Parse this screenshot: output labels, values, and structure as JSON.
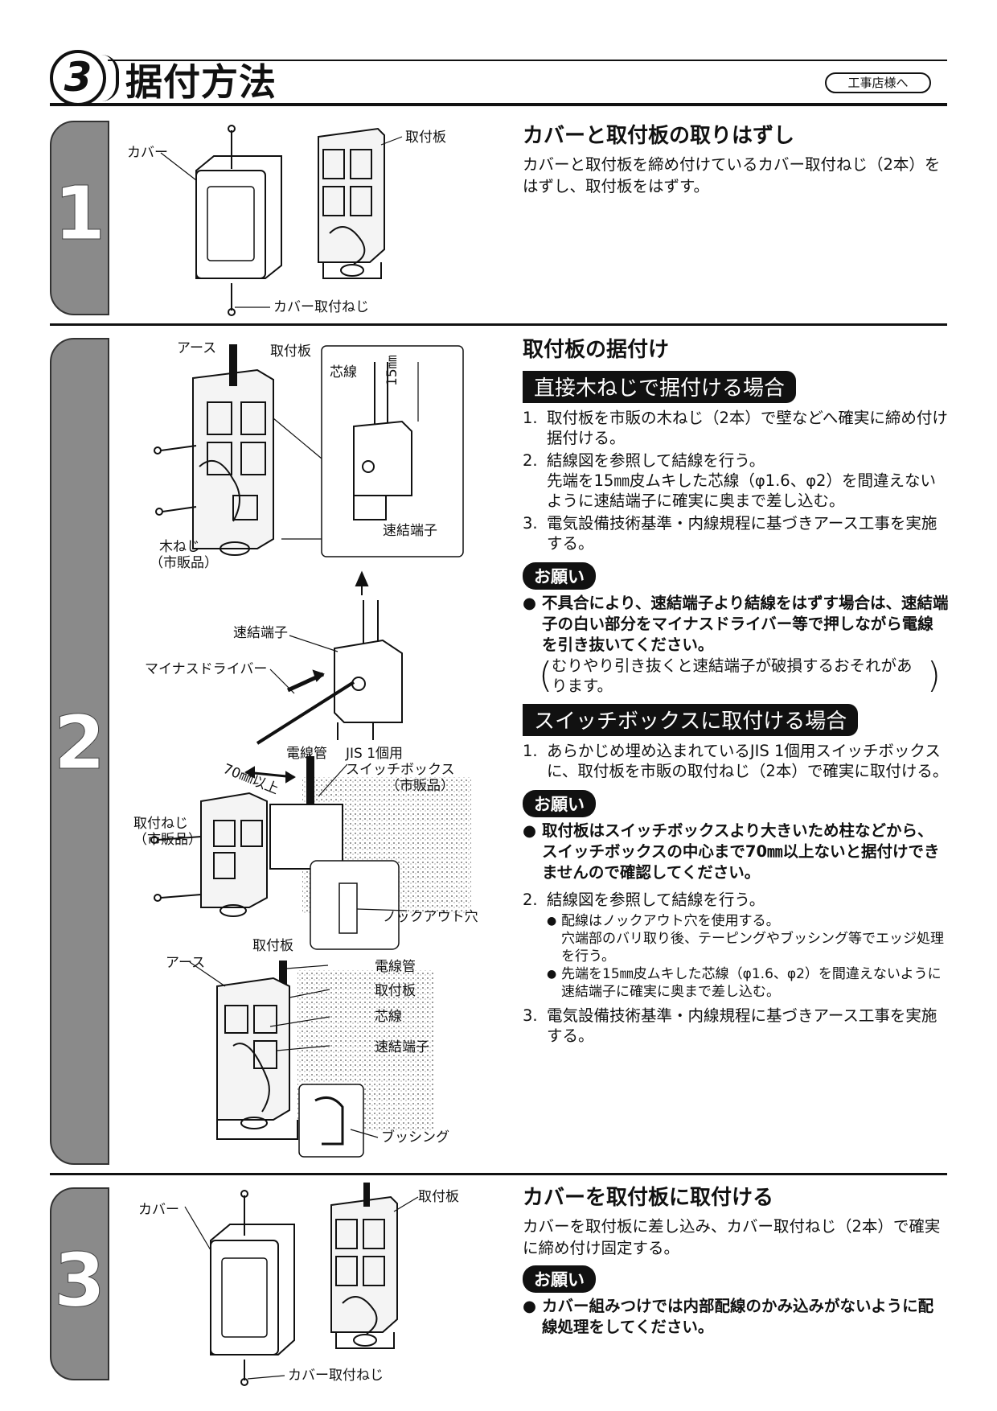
{
  "header": {
    "number": "3",
    "title": "据付方法",
    "badge": "工事店様へ"
  },
  "steps": [
    {
      "number": "1",
      "heading": "カバーと取付板の取りはずし",
      "text": "カバーと取付板を締め付けているカバー取付ねじ（2本）をはずし、取付板をはずす。",
      "labels": {
        "cover": "カバー",
        "plate": "取付板",
        "screw": "カバー取付ねじ"
      }
    },
    {
      "number": "2",
      "heading": "取付板の据付け",
      "direct": {
        "banner": "直接木ねじで据付ける場合",
        "items": [
          {
            "n": "1.",
            "text": "取付板を市販の木ねじ（2本）で壁などへ確実に締め付け据付ける。"
          },
          {
            "n": "2.",
            "text": "結線図を参照して結線を行う。",
            "text2": "先端を15㎜皮ムキした芯線（φ1.6、φ2）を間違えないように速結端子に確実に奥まで差し込む。"
          },
          {
            "n": "3.",
            "text": "電気設備技術基準・内線規程に基づきアース工事を実施する。"
          }
        ],
        "onegai": "お願い",
        "bold": "不具合により、速結端子より結線をはずす場合は、速結端子の白い部分をマイナスドライバー等で押しながら電線を引き抜いてください。",
        "note": "むりやり引き抜くと速結端子が破損するおそれがあります。"
      },
      "switchbox": {
        "banner": "スイッチボックスに取付ける場合",
        "item1": {
          "n": "1.",
          "text": "あらかじめ埋め込まれているJIS 1個用スイッチボックスに、取付板を市販の取付ねじ（2本）で確実に取付ける。"
        },
        "onegai": "お願い",
        "bold": "取付板はスイッチボックスより大きいため柱などから、スイッチボックスの中心まで70㎜以上ないと据付けできませんので確認してください。",
        "item2": {
          "n": "2.",
          "text": "結線図を参照して結線を行う。"
        },
        "sub1": "配線はノックアウト穴を使用する。",
        "sub1b": "穴端部のバリ取り後、テーピングやブッシング等でエッジ処理を行う。",
        "sub2": "先端を15㎜皮ムキした芯線（φ1.6、φ2）を間違えないように速結端子に確実に奥まで差し込む。",
        "item3": {
          "n": "3.",
          "text": "電気設備技術基準・内線規程に基づきアース工事を実施する。"
        }
      },
      "labels": {
        "earth": "アース",
        "plate": "取付板",
        "core": "芯線",
        "mm15": "15㎜",
        "quick": "速結端子",
        "wood": "木ねじ",
        "market": "（市販品）",
        "quick2": "速結端子",
        "driver": "マイナスドライバー",
        "conduit": "電線管",
        "jis": "JIS 1個用",
        "switchbox": "スイッチボックス",
        "market2": "（市販品）",
        "mm70": "70㎜以上",
        "mscrew": "取付ねじ",
        "market3": "（市販品）",
        "knockout": "ノックアウト穴",
        "plate2": "取付板",
        "earth2": "アース",
        "conduit2": "電線管",
        "plate3": "取付板",
        "core2": "芯線",
        "quick3": "速結端子",
        "bushing": "ブッシング"
      }
    },
    {
      "number": "3",
      "heading": "カバーを取付板に取付ける",
      "text": "カバーを取付板に差し込み、カバー取付ねじ（2本）で確実に締め付け固定する。",
      "onegai": "お願い",
      "bold": "カバー組みつけでは内部配線のかみ込みがないように配線処理をしてください。",
      "labels": {
        "cover": "カバー",
        "plate": "取付板",
        "screw": "カバー取付ねじ"
      }
    }
  ]
}
